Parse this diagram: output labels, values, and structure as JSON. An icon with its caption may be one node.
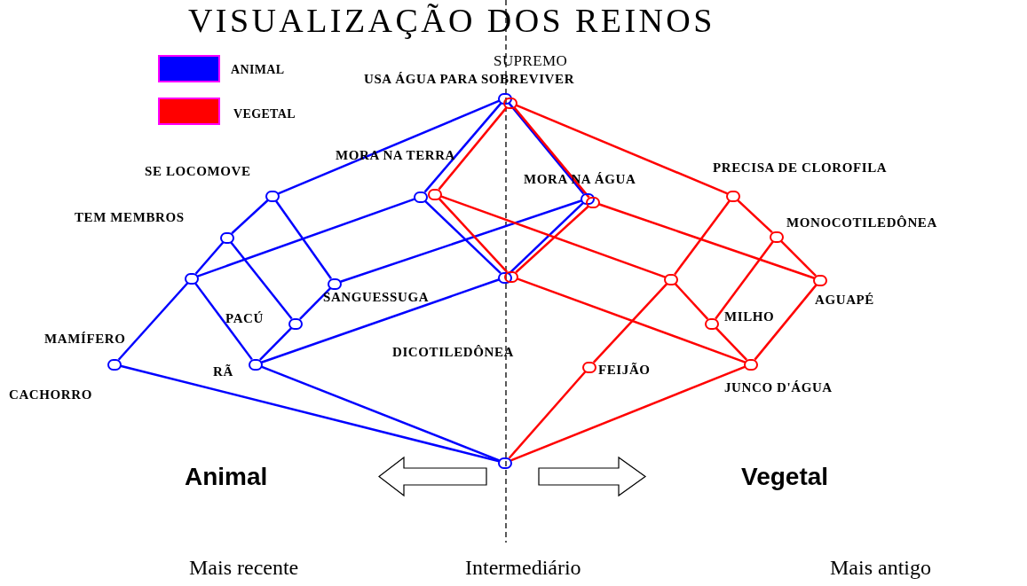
{
  "diagram": {
    "title": "VISUALIZAÇÃO DOS REINOS",
    "nodes": [
      {
        "text": [],
        "shape": "circle",
        "beside": [
          "SUPREMO",
          "USA ÁGUA PARA SOBREVIVER"
        ]
      },
      {
        "text": [],
        "shape": "circle",
        "beside": [
          "MORA NA TERRA"
        ]
      },
      {
        "text": [],
        "shape": "circle",
        "beside": [
          "MORA NA ÁGUA"
        ]
      },
      {
        "text": [],
        "shape": "circle",
        "beside": [
          "SE LOCOMOVE"
        ]
      },
      {
        "text": [],
        "shape": "circle",
        "beside": [
          "TEM MEMBROS"
        ]
      },
      {
        "text": [],
        "shape": "circle"
      },
      {
        "text": [],
        "shape": "circle",
        "beside": [
          "SANGUESSUGA"
        ]
      },
      {
        "text": [],
        "shape": "circle"
      },
      {
        "text": [],
        "shape": "circle",
        "beside": [
          "PACÚ"
        ]
      },
      {
        "text": [],
        "shape": "circle",
        "beside": [
          "MAMÍFERO",
          "CACHORRO"
        ]
      },
      {
        "text": [],
        "shape": "circle",
        "beside": [
          "RÃ"
        ]
      },
      {
        "text": [],
        "shape": "circle"
      },
      {
        "text": [],
        "shape": "circle"
      },
      {
        "text": [],
        "shape": "circle"
      },
      {
        "text": [],
        "shape": "circle"
      },
      {
        "text": [],
        "shape": "circle"
      },
      {
        "text": [],
        "shape": "circle",
        "beside": [
          "PRECISA DE CLOROFILA"
        ]
      },
      {
        "text": [],
        "shape": "circle",
        "beside": [
          "MONOCOTILEDÔNEA"
        ]
      },
      {
        "text": [],
        "shape": "circle"
      },
      {
        "text": [],
        "shape": "circle",
        "beside": [
          "AGUAPÉ"
        ]
      },
      {
        "text": [],
        "shape": "circle",
        "beside": [
          "MILHO"
        ]
      },
      {
        "text": [],
        "shape": "circle",
        "beside": [
          "FEIJÃO"
        ]
      },
      {
        "text": [],
        "shape": "circle",
        "beside": [
          "JUNCO D'ÁGUA"
        ]
      }
    ],
    "edges": [
      {
        "from": 0,
        "to": 3,
        "arrow": "none"
      },
      {
        "from": 0,
        "to": 1,
        "arrow": "none"
      },
      {
        "from": 0,
        "to": 2,
        "arrow": "none"
      },
      {
        "from": 3,
        "to": 4,
        "arrow": "none"
      },
      {
        "from": 3,
        "to": 6,
        "arrow": "none"
      },
      {
        "from": 4,
        "to": 5,
        "arrow": "none"
      },
      {
        "from": 4,
        "to": 8,
        "arrow": "none"
      },
      {
        "from": 1,
        "to": 5,
        "arrow": "none"
      },
      {
        "from": 1,
        "to": 7,
        "arrow": "none"
      },
      {
        "from": 2,
        "to": 6,
        "arrow": "none"
      },
      {
        "from": 2,
        "to": 7,
        "arrow": "none"
      },
      {
        "from": 5,
        "to": 9,
        "arrow": "none"
      },
      {
        "from": 5,
        "to": 10,
        "arrow": "none"
      },
      {
        "from": 6,
        "to": 8,
        "arrow": "none"
      },
      {
        "from": 8,
        "to": 10,
        "arrow": "none"
      },
      {
        "from": 10,
        "to": 7,
        "arrow": "none"
      },
      {
        "from": 9,
        "to": 11,
        "arrow": "none"
      },
      {
        "from": 10,
        "to": 11,
        "arrow": "none"
      },
      {
        "from": 12,
        "to": 13,
        "arrow": "none",
        "color": "#ff0000"
      },
      {
        "from": 12,
        "to": 14,
        "arrow": "none",
        "color": "#ff0000"
      },
      {
        "from": 12,
        "to": 16,
        "arrow": "none",
        "color": "#ff0000"
      },
      {
        "from": 13,
        "to": 15,
        "arrow": "none",
        "color": "#ff0000"
      },
      {
        "from": 13,
        "to": 18,
        "arrow": "none",
        "color": "#ff0000"
      },
      {
        "from": 14,
        "to": 19,
        "arrow": "none",
        "color": "#ff0000"
      },
      {
        "from": 14,
        "to": 15,
        "arrow": "none",
        "color": "#ff0000"
      },
      {
        "from": 15,
        "to": 22,
        "arrow": "none",
        "color": "#ff0000"
      },
      {
        "from": 16,
        "to": 18,
        "arrow": "none",
        "color": "#ff0000"
      },
      {
        "from": 16,
        "to": 17,
        "arrow": "none",
        "color": "#ff0000"
      },
      {
        "from": 17,
        "to": 20,
        "arrow": "none",
        "color": "#ff0000"
      },
      {
        "from": 17,
        "to": 19,
        "arrow": "none",
        "color": "#ff0000"
      },
      {
        "from": 18,
        "to": 21,
        "arrow": "none",
        "color": "#ff0000"
      },
      {
        "from": 18,
        "to": 20,
        "arrow": "none",
        "color": "#ff0000"
      },
      {
        "from": 20,
        "to": 22,
        "arrow": "none",
        "color": "#ff0000"
      },
      {
        "from": 19,
        "to": 22,
        "arrow": "none",
        "color": "#ff0000"
      },
      {
        "from": 21,
        "to": 11,
        "arrow": "none",
        "color": "#ff0000"
      },
      {
        "from": 22,
        "to": 11,
        "arrow": "none",
        "color": "#ff0000"
      }
    ],
    "labels": [
      "DICOTILEDÔNEA",
      "Animal",
      "Vegetal",
      "Mais recente",
      "Intermediário",
      "Mais antigo"
    ],
    "legend": [
      {
        "text": "ANIMAL",
        "color": "#0000ff"
      },
      {
        "text": "VEGETAL",
        "color": "#ff0000"
      }
    ]
  }
}
